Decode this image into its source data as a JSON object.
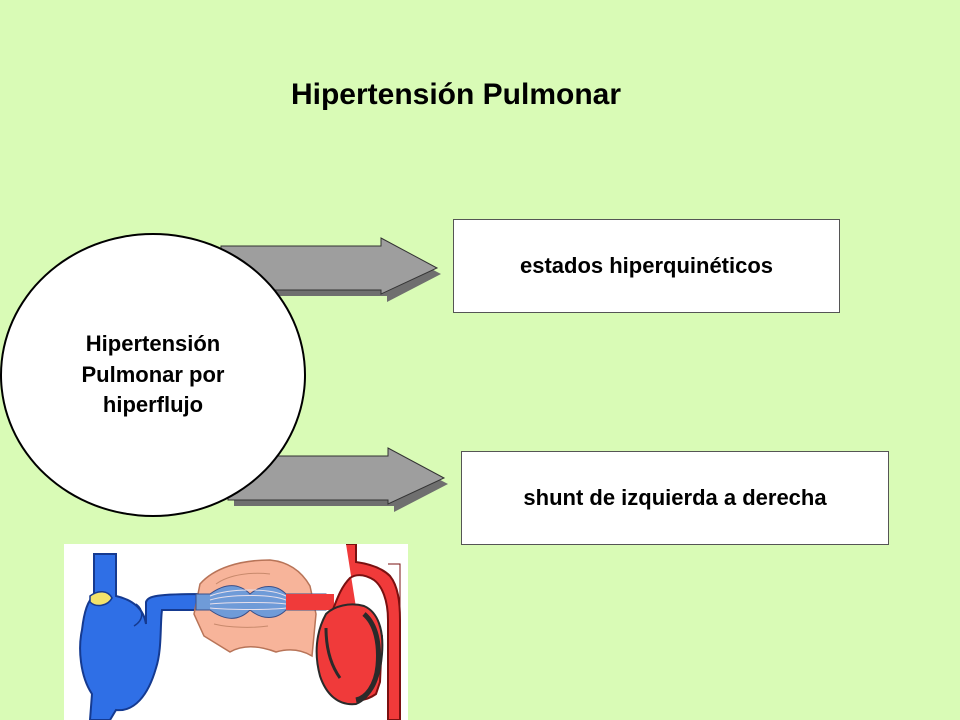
{
  "title": "Hipertensión Pulmonar",
  "center_node": {
    "label": "Hipertensión Pulmonar por hiperflujo"
  },
  "targets": [
    {
      "label": "estados hiperquinéticos"
    },
    {
      "label": "shunt de izquierda a derecha"
    }
  ],
  "illustration": {
    "subject": "heart circulation diagram (left-to-right shunt)"
  },
  "colors": {
    "background": "#d9fbb6",
    "arrow_fill": "#9e9e9e",
    "venous_blue": "#2f6fe6",
    "arterial_red": "#f03a3a",
    "lung_pink": "#f7b49a"
  }
}
